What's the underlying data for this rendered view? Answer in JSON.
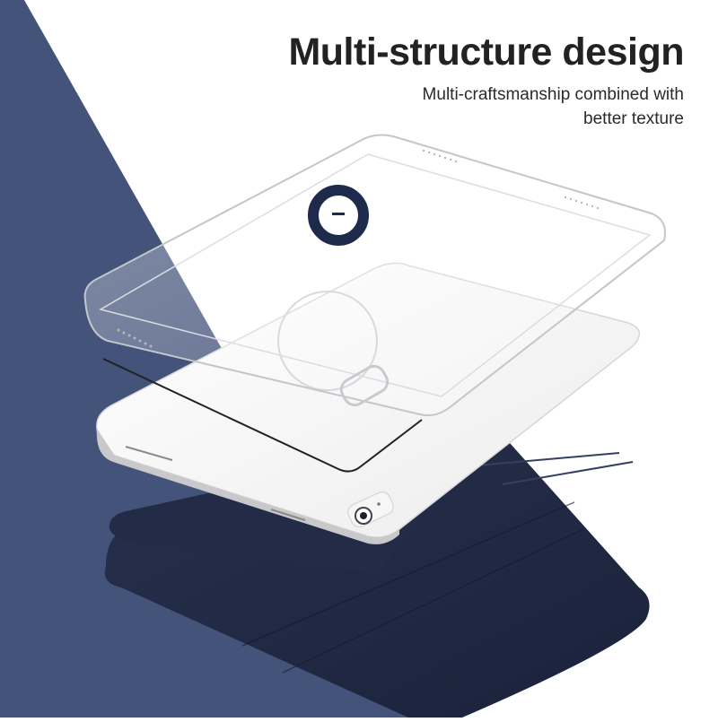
{
  "headline": {
    "title": "Multi-structure design",
    "subtitle_line1": "Multi-craftsmanship combined with",
    "subtitle_line2": "better texture"
  },
  "product": {
    "layers": [
      "clear-case",
      "magnetic-ring",
      "tablet",
      "folio-cover"
    ],
    "colors": {
      "background_blue": "#43537a",
      "folio_navy": "#1f2842",
      "ring_navy": "#1d2a4c",
      "tablet_white": "#f4f4f4",
      "text": "#222222"
    }
  }
}
